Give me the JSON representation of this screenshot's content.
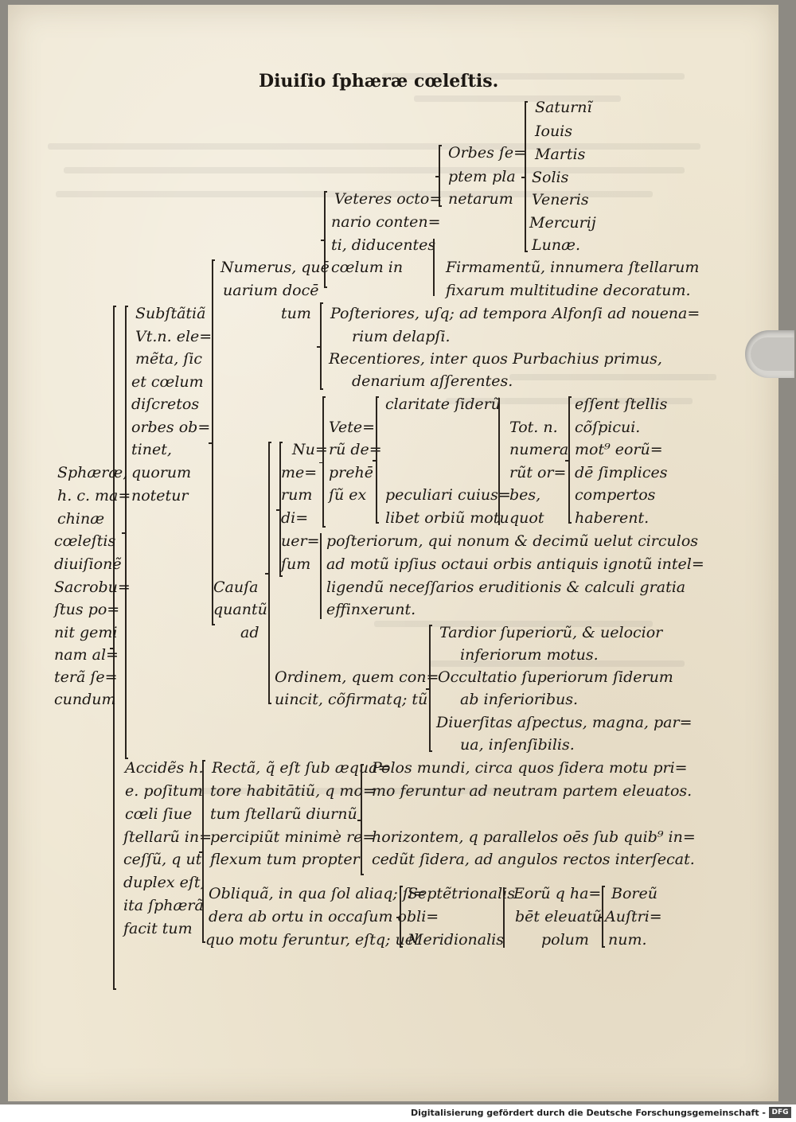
{
  "title": "Diuiſio ſphæræ cœleſtis.",
  "tree": {
    "root": [
      "Sphæræ,",
      "h. c. ma=",
      "chinæ",
      "cœleſtis",
      "diuiſionẽ",
      "Sacrobu=",
      "ſtus po=",
      "nit gemi",
      "nam al=",
      "terã ſe=",
      "cundum"
    ],
    "substantia": [
      "Subſtãtiã",
      "Vt.n. ele=",
      "mẽta, ſic",
      "et cœlum",
      "diſcretos",
      "orbes ob=",
      "tinet,",
      "quorum",
      "notetur"
    ],
    "numerus": [
      "Numerus, quē",
      "uarium docē",
      "tum"
    ],
    "veteres": [
      "Veteres octo=",
      "nario conten=",
      "ti, diducentes",
      "cœlum in"
    ],
    "orbes": [
      "Orbes ſe=",
      "ptem pla",
      "netarum"
    ],
    "planets": [
      "Saturnĩ",
      "Iouis",
      "Martis",
      "Solis",
      "Veneris",
      "Mercurij",
      "Lunæ."
    ],
    "firmamentum": [
      "Firmamentũ, innumera ſtellarum",
      "fixarum multitudine decoratum."
    ],
    "posteriores": [
      "Poſteriores, uſq; ad tempora Alfonſi ad nouena=",
      "rium delapſi."
    ],
    "recentiores": [
      "Recentiores, inter quos Purbachius primus,",
      "denarium aſſerentes."
    ],
    "causa": [
      "Cauſa",
      "quantũ",
      "ad"
    ],
    "numerum": [
      "Nu=",
      "me=",
      "rum",
      "di=",
      "uer=",
      "ſum"
    ],
    "veterum": [
      "Vete=",
      "rũ de=",
      "prehē",
      "ſũ ex"
    ],
    "claritate": "claritate ſiderũ",
    "peculiari": [
      "peculiari cuius=",
      "libet orbiũ motu"
    ],
    "totn": [
      "Tot. n.",
      "numera",
      "rũt or=",
      "bes,",
      "quot"
    ],
    "essent": [
      "eſſent ſtellis",
      "cõſpicui.",
      "mot⁹ eorũ=",
      "dē ſimplices",
      "compertos",
      "haberent."
    ],
    "posteriorum": [
      "poſteriorum, qui nonum & decimũ uelut circulos",
      "ad motũ ipſius octaui orbis antiquis ignotũ intel=",
      "ligendũ neceſſarios eruditionis & calculi gratia",
      "effinxerunt."
    ],
    "ordinem": [
      "Ordinem, quem con=",
      "uincit, cõfirmatq; tũ"
    ],
    "tardior": [
      "Tardior ſuperiorũ, & uelocior",
      "inferiorum motus."
    ],
    "occultatio": [
      "Occultatio ſuperiorum ſiderum",
      "ab inferioribus."
    ],
    "diuersitas": [
      "Diuerſitas aſpectus, magna, par=",
      "ua, inſenſibilis."
    ],
    "accidens": [
      "Accidẽs h.",
      "e. poſitum",
      "cœli ſiue",
      "ſtellarũ in=",
      "ceſſũ, q ut",
      "duplex eſt,",
      "ita ſphærã",
      "facit tum"
    ],
    "recta": [
      "Rectã, q̃ eſt ſub æqua=",
      "tore habitātiũ, q mo=",
      "tum ſtellarũ diurnũ",
      "percipiũt minimè re=",
      "flexum tum propter"
    ],
    "polos": [
      "Polos mundi, circa quos ſidera motu pri=",
      "mo feruntur ad neutram partem eleuatos."
    ],
    "horizontem": [
      "horizontem, q parallelos oēs ſub quib⁹ in=",
      "cedũt ſidera, ad angulos rectos interſecat."
    ],
    "obliqua": [
      "Obliquã, in qua ſol aliaq; ſi=",
      "dera ab ortu in occaſum obli=",
      "quo motu feruntur, eſtq; uel"
    ],
    "septentrionalis": "Septẽtrionalis",
    "meridionalis": "Meridionalis",
    "eoru": [
      "Eorũ q ha=",
      "bēt eleuatũ",
      "polum"
    ],
    "boreu": [
      "Boreũ",
      "Auſtri=",
      "num."
    ]
  },
  "footer": {
    "credit": "Digitalisierung gefördert durch die Deutsche Forschungsgemeinschaft -",
    "logo": "DFG"
  }
}
